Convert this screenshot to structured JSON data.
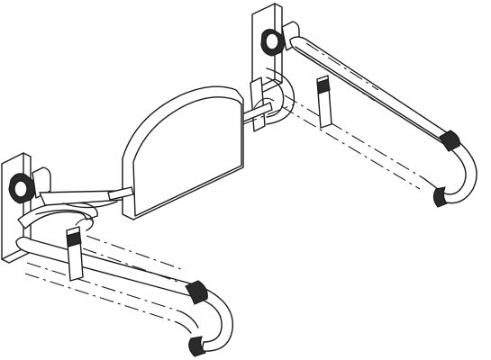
{
  "figure": {
    "subject": "grab-bar-with-backrest",
    "line_color": "#1a1a1a",
    "background": "#ffffff",
    "parts": [
      "wall-plate-left",
      "wall-plate-right",
      "backrest-pad",
      "grab-bar-left",
      "grab-bar-right",
      "crossbar"
    ]
  }
}
